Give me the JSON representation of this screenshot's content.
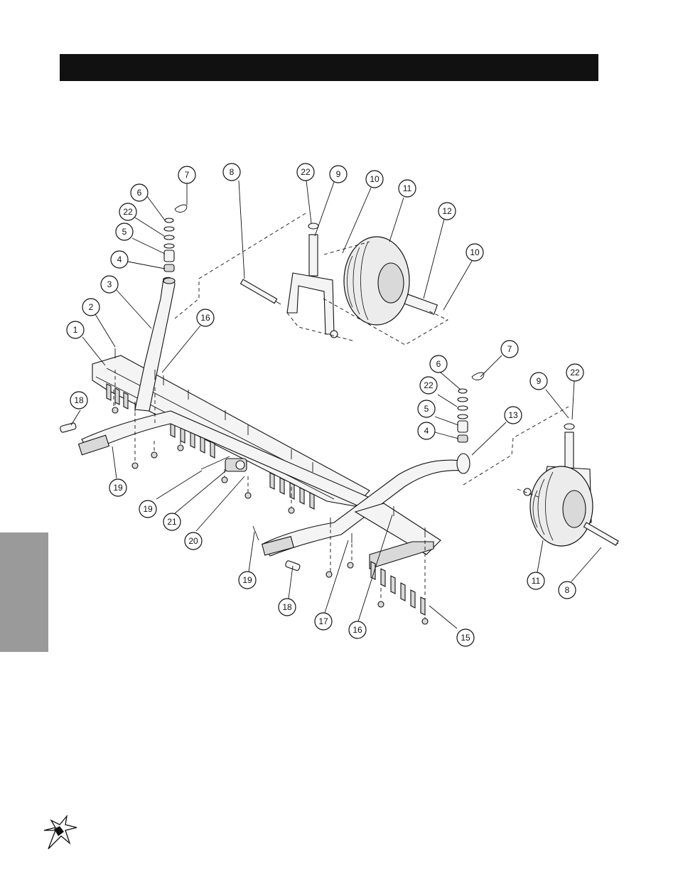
{
  "header": {
    "title": ""
  },
  "side_tab": {
    "label": ""
  },
  "logo": {
    "name": "brand-star-logo"
  },
  "callouts": [
    {
      "id": "c7a",
      "label": "7"
    },
    {
      "id": "c6a",
      "label": "6"
    },
    {
      "id": "c22a",
      "label": "22"
    },
    {
      "id": "c5a",
      "label": "5"
    },
    {
      "id": "c4a",
      "label": "4"
    },
    {
      "id": "c3",
      "label": "3"
    },
    {
      "id": "c2",
      "label": "2"
    },
    {
      "id": "c1",
      "label": "1"
    },
    {
      "id": "c16a",
      "label": "16"
    },
    {
      "id": "c18a",
      "label": "18"
    },
    {
      "id": "c19a",
      "label": "19"
    },
    {
      "id": "c19b",
      "label": "19"
    },
    {
      "id": "c21",
      "label": "21"
    },
    {
      "id": "c20",
      "label": "20"
    },
    {
      "id": "c8a",
      "label": "8"
    },
    {
      "id": "c22b",
      "label": "22"
    },
    {
      "id": "c9a",
      "label": "9"
    },
    {
      "id": "c10a",
      "label": "10"
    },
    {
      "id": "c11a",
      "label": "11"
    },
    {
      "id": "c12",
      "label": "12"
    },
    {
      "id": "c10b",
      "label": "10"
    },
    {
      "id": "c6b",
      "label": "6"
    },
    {
      "id": "c7b",
      "label": "7"
    },
    {
      "id": "c22c",
      "label": "22"
    },
    {
      "id": "c5b",
      "label": "5"
    },
    {
      "id": "c4b",
      "label": "4"
    },
    {
      "id": "c13",
      "label": "13"
    },
    {
      "id": "c9b",
      "label": "9"
    },
    {
      "id": "c22d",
      "label": "22"
    },
    {
      "id": "c19c",
      "label": "19"
    },
    {
      "id": "c18b",
      "label": "18"
    },
    {
      "id": "c17",
      "label": "17"
    },
    {
      "id": "c16b",
      "label": "16"
    },
    {
      "id": "c15",
      "label": "15"
    },
    {
      "id": "c11b",
      "label": "11"
    },
    {
      "id": "c8b",
      "label": "8"
    }
  ]
}
